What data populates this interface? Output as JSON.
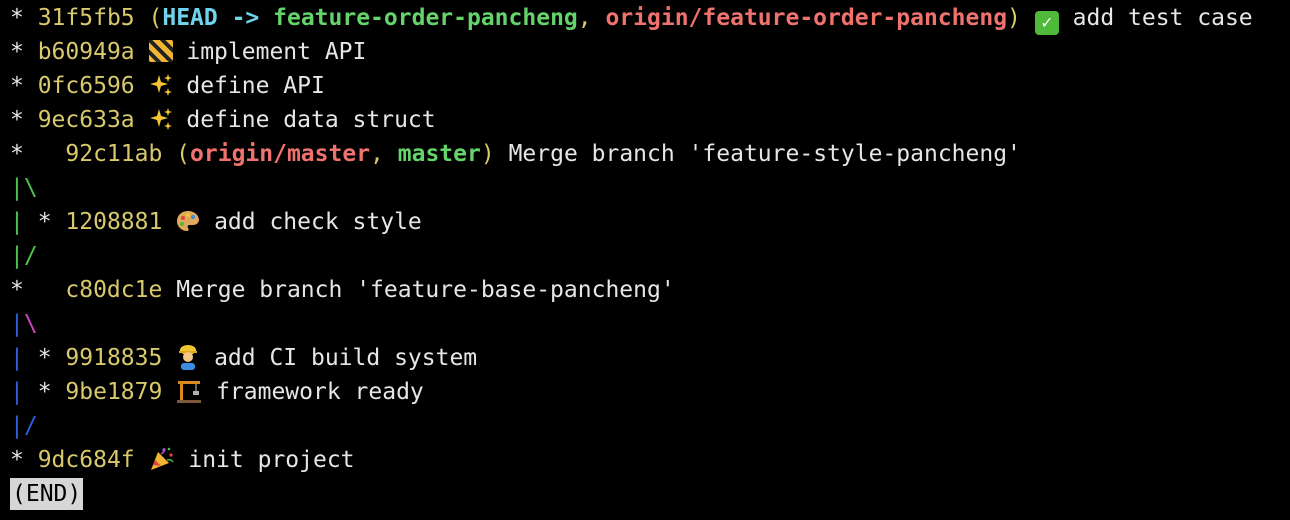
{
  "terminal": {
    "commits": [
      {
        "graph": "* ",
        "hash": "31f5fb5",
        "refs": {
          "open": " (",
          "head": "HEAD -> ",
          "local": "feature-order-pancheng",
          "sep": ", ",
          "remote": "origin/feature-order-pancheng",
          "close": ")"
        },
        "icon": "check-mark-emoji-icon",
        "message": "add test case"
      },
      {
        "graph": "* ",
        "hash": "b60949a",
        "icon": "construction-barrier-emoji-icon",
        "message": "implement API"
      },
      {
        "graph": "* ",
        "hash": "0fc6596",
        "icon": "sparkles-emoji-icon",
        "message": "define API"
      },
      {
        "graph": "* ",
        "hash": "9ec633a",
        "icon": "sparkles-emoji-icon",
        "message": "define data struct"
      },
      {
        "graph": "*   ",
        "hash": "92c11ab",
        "refs": {
          "open": " (",
          "remote": "origin/master",
          "sep": ", ",
          "local": "master",
          "close": ")"
        },
        "message": "Merge branch 'feature-style-pancheng'"
      },
      {
        "graph_line": "|\\"
      },
      {
        "graph": "| * ",
        "hash": "1208881",
        "icon": "palette-emoji-icon",
        "message": "add check style"
      },
      {
        "graph_line": "|/"
      },
      {
        "graph": "*   ",
        "hash": "c80dc1e",
        "message": "Merge branch 'feature-base-pancheng'"
      },
      {
        "graph_line": "|\\"
      },
      {
        "graph": "| * ",
        "hash": "9918835",
        "icon": "construction-worker-emoji-icon",
        "message": "add CI build system"
      },
      {
        "graph": "| * ",
        "hash": "9be1879",
        "icon": "building-construction-emoji-icon",
        "message": "framework ready"
      },
      {
        "graph_line": "|/"
      },
      {
        "graph": "* ",
        "hash": "9dc684f",
        "icon": "party-popper-emoji-icon",
        "message": "init project"
      }
    ],
    "pager_end": "(END)",
    "colors": {
      "background": "#000000",
      "hash": "#d8c96c",
      "head": "#6fd3ec",
      "local_branch": "#64d36a",
      "remote_branch": "#f0726e",
      "graph_green": "#4ec24e",
      "graph_magenta": "#d043c3",
      "graph_blue": "#2c5ed8"
    }
  }
}
